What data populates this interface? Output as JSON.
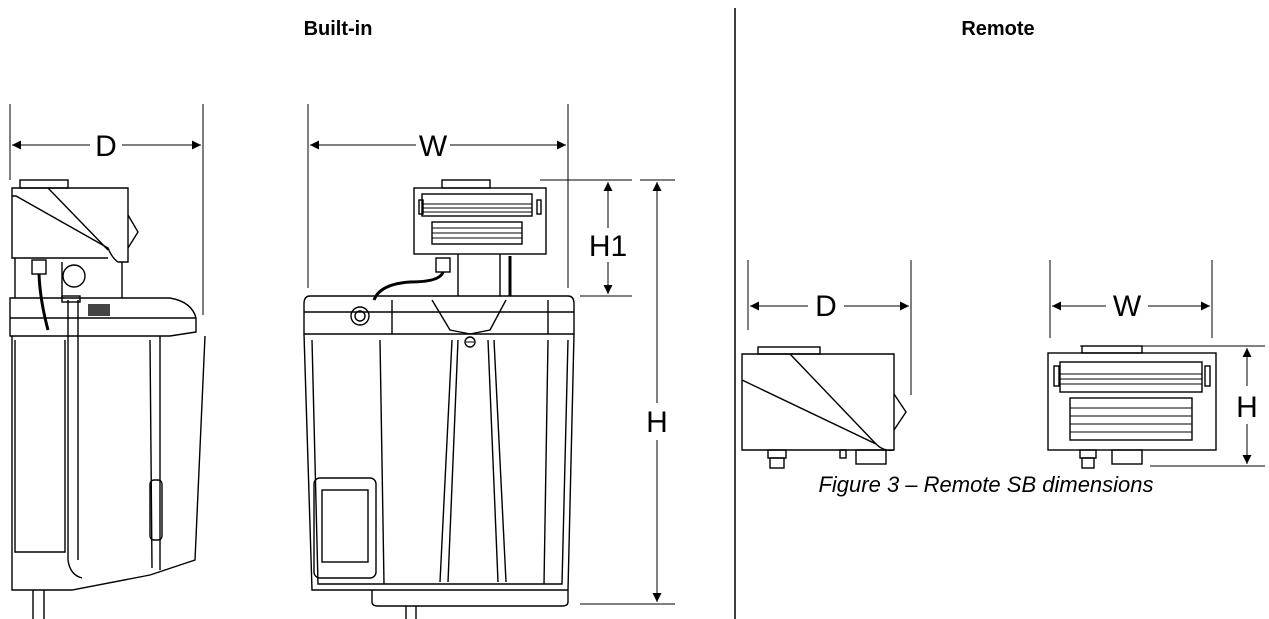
{
  "headers": {
    "built_in": "Built-in",
    "remote": "Remote"
  },
  "dimensions": {
    "builtin_depth": "D",
    "builtin_width": "W",
    "builtin_h1": "H1",
    "builtin_h": "H",
    "remote_depth": "D",
    "remote_width": "W",
    "remote_h": "H"
  },
  "caption": "Figure 3 – Remote SB dimensions"
}
